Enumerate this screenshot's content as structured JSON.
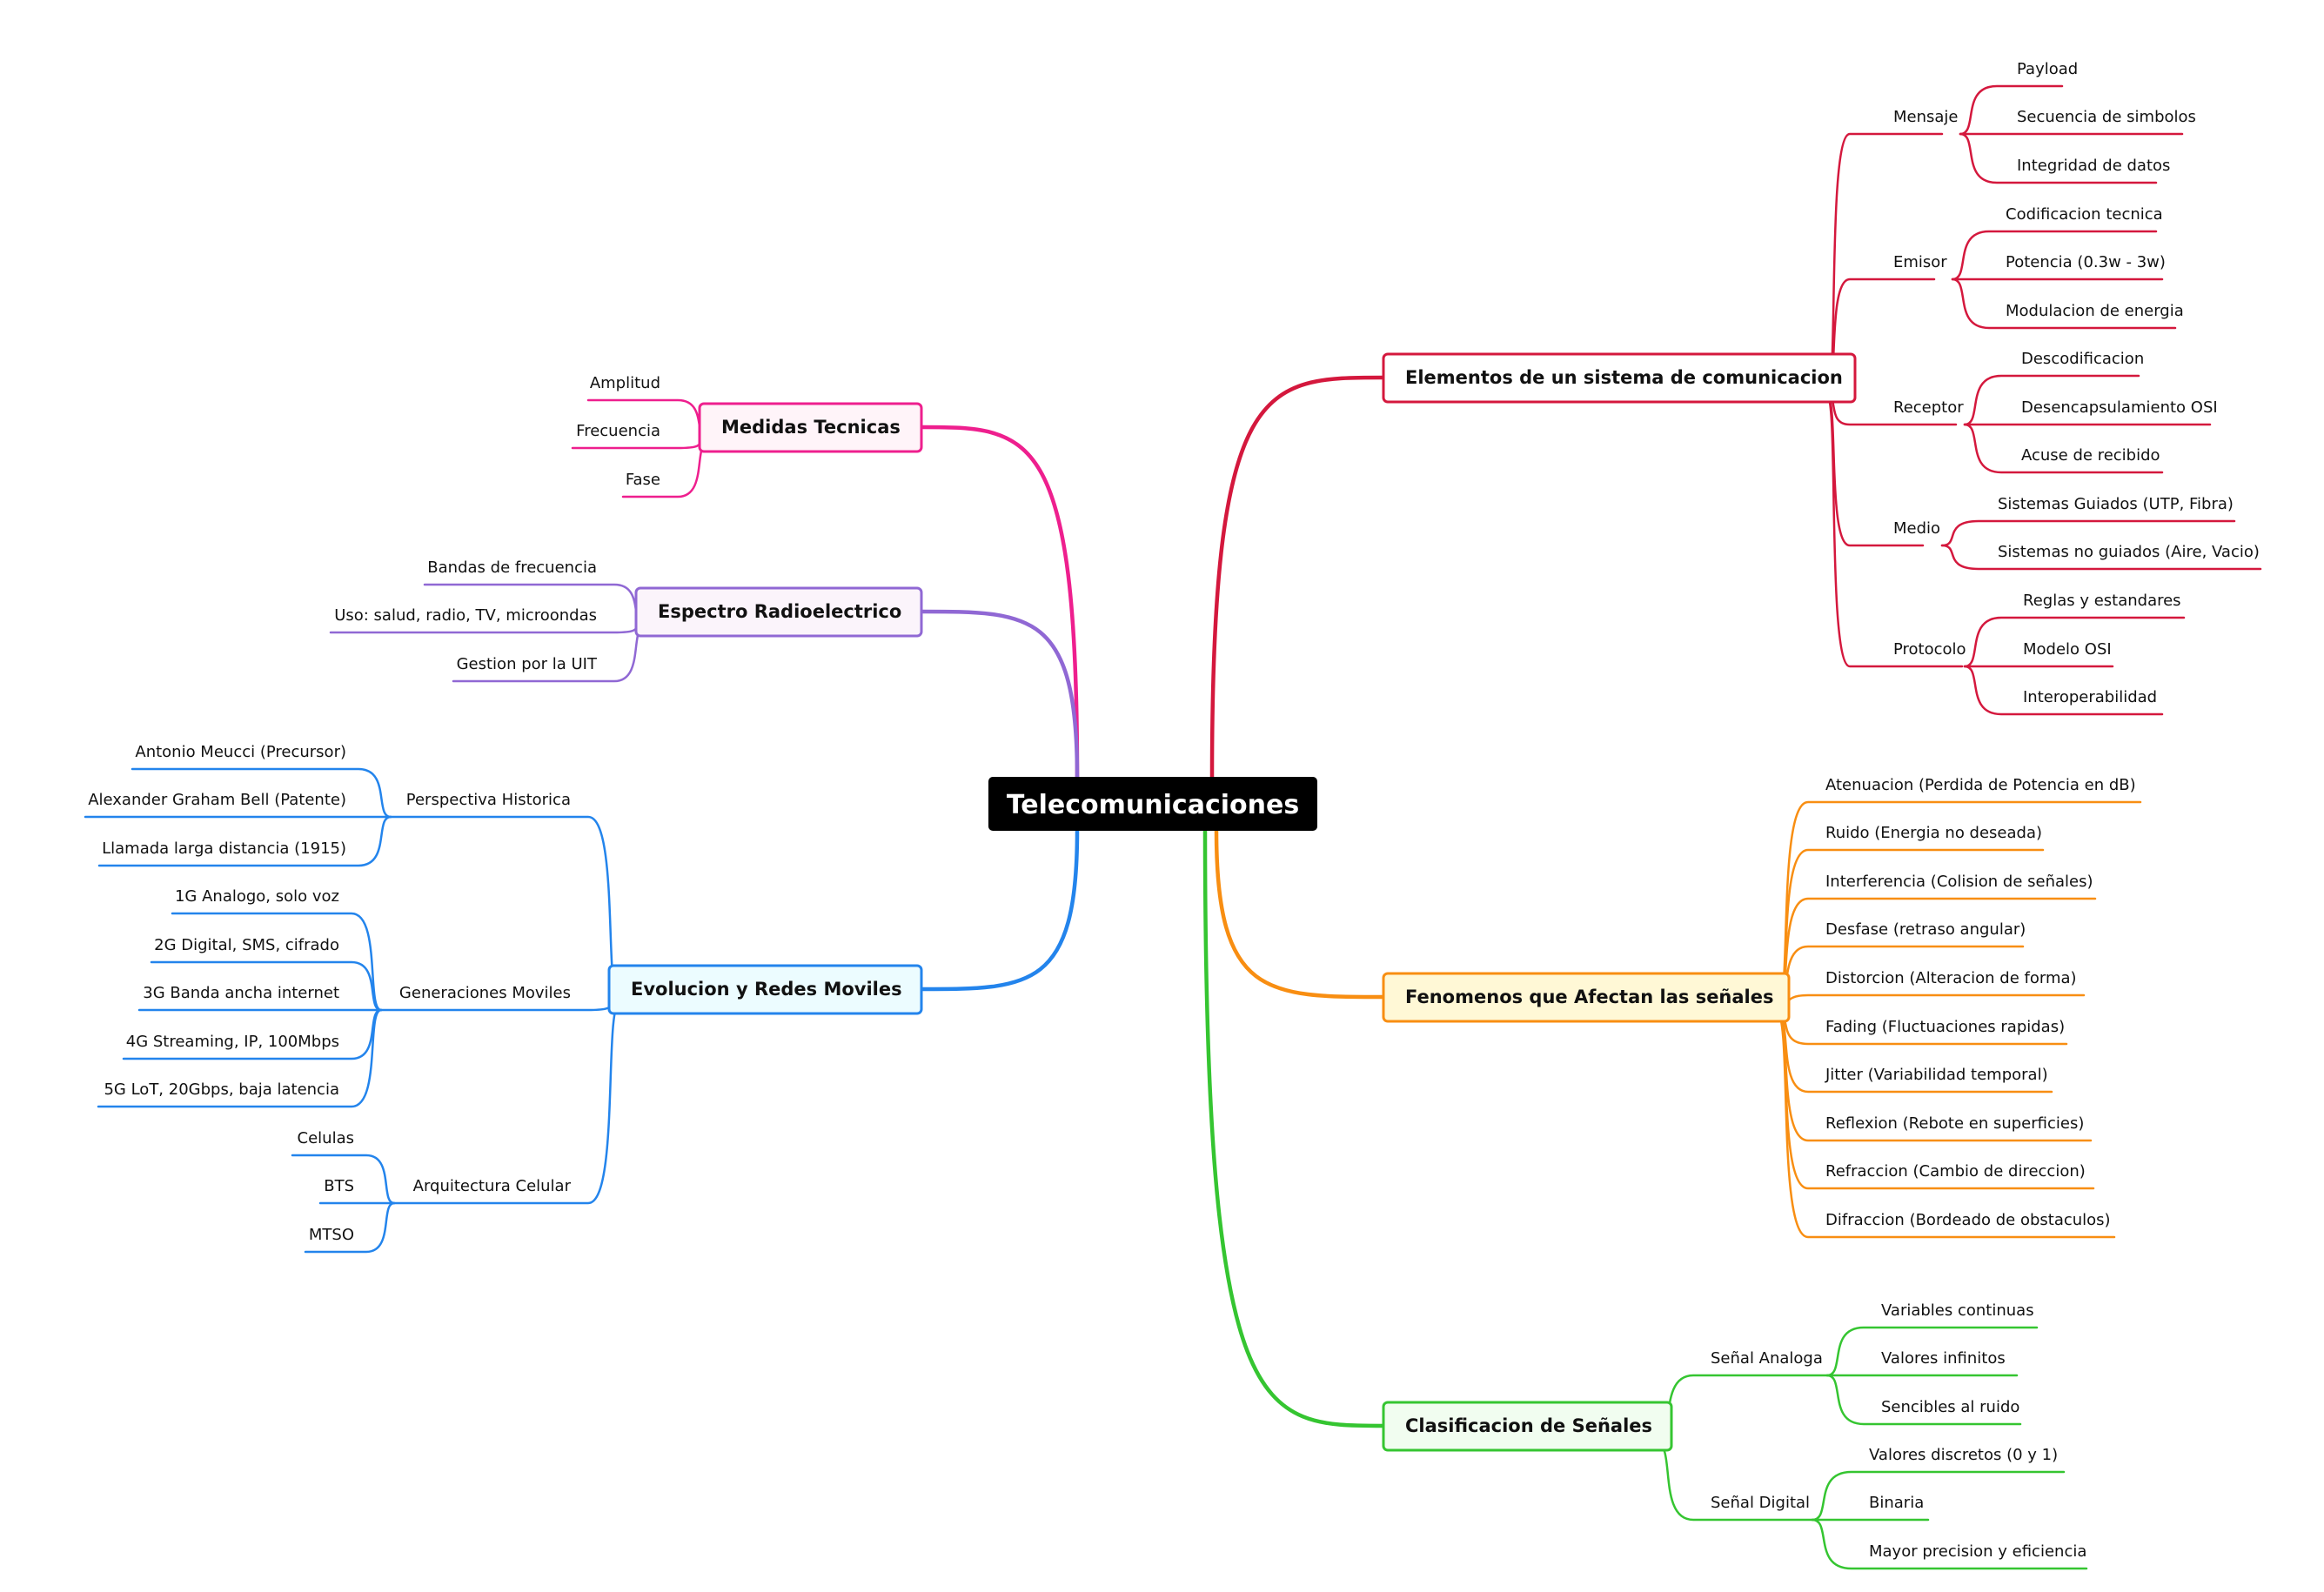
{
  "root": {
    "label": "Telecomunicaciones"
  },
  "branches": [
    {
      "id": "elementos",
      "label": "Elementos de un sistema de comunicacion",
      "color": "#d4183d",
      "fill": "#ffffff",
      "children": [
        {
          "label": "Mensaje",
          "children": [
            "Payload",
            "Secuencia de simbolos",
            "Integridad de datos"
          ]
        },
        {
          "label": "Emisor",
          "children": [
            "Codificacion tecnica",
            "Potencia (0.3w - 3w)",
            "Modulacion de energia"
          ]
        },
        {
          "label": "Receptor",
          "children": [
            "Descodificacion",
            "Desencapsulamiento OSI",
            "Acuse de recibido"
          ]
        },
        {
          "label": "Medio",
          "children": [
            "Sistemas Guiados (UTP, Fibra)",
            "Sistemas no guiados (Aire, Vacio)"
          ]
        },
        {
          "label": "Protocolo",
          "children": [
            "Reglas y estandares",
            "Modelo OSI",
            "Interoperabilidad"
          ]
        }
      ]
    },
    {
      "id": "fenomenos",
      "label": "Fenomenos que Afectan las señales",
      "color": "#f88e12",
      "fill": "#fff8d6",
      "children": [
        {
          "label": "Atenuacion (Perdida de Potencia en dB)"
        },
        {
          "label": "Ruido (Energia no deseada)"
        },
        {
          "label": "Interferencia (Colision de señales)"
        },
        {
          "label": "Desfase (retraso angular)"
        },
        {
          "label": "Distorcion (Alteracion de forma)"
        },
        {
          "label": "Fading (Fluctuaciones rapidas)"
        },
        {
          "label": "Jitter (Variabilidad temporal)"
        },
        {
          "label": "Reflexion (Rebote en superficies)"
        },
        {
          "label": "Refraccion (Cambio de direccion)"
        },
        {
          "label": "Difraccion (Bordeado de obstaculos)"
        }
      ]
    },
    {
      "id": "clasificacion",
      "label": "Clasificacion de Señales",
      "color": "#35c531",
      "fill": "#f1fdf0",
      "children": [
        {
          "label": "Señal Analoga",
          "children": [
            "Variables continuas",
            "Valores infinitos",
            "Sencibles al ruido"
          ]
        },
        {
          "label": "Señal Digital",
          "children": [
            "Valores discretos (0 y 1)",
            "Binaria",
            "Mayor precision y eficiencia"
          ]
        }
      ]
    },
    {
      "id": "medidas",
      "label": "Medidas Tecnicas",
      "color": "#ee1f8e",
      "fill": "#fff4f9",
      "children": [
        {
          "label": "Amplitud"
        },
        {
          "label": "Frecuencia"
        },
        {
          "label": "Fase"
        }
      ]
    },
    {
      "id": "espectro",
      "label": "Espectro Radioelectrico",
      "color": "#9068d4",
      "fill": "#fbf4fb",
      "children": [
        {
          "label": "Bandas de frecuencia"
        },
        {
          "label": "Uso: salud, radio, TV, microondas"
        },
        {
          "label": "Gestion por la UIT"
        }
      ]
    },
    {
      "id": "evolucion",
      "label": "Evolucion y Redes Moviles",
      "color": "#2384ec",
      "fill": "#ecfcff",
      "children": [
        {
          "label": "Perspectiva Historica",
          "children": [
            "Antonio Meucci (Precursor)",
            "Alexander Graham Bell (Patente)",
            "Llamada larga distancia (1915)"
          ]
        },
        {
          "label": "Generaciones Moviles",
          "children": [
            "1G Analogo, solo voz",
            "2G Digital, SMS, cifrado",
            "3G Banda ancha internet",
            "4G Streaming, IP, 100Mbps",
            "5G LoT, 20Gbps, baja latencia"
          ]
        },
        {
          "label": "Arquitectura Celular",
          "children": [
            "Celulas",
            "BTS",
            "MTSO"
          ]
        }
      ]
    }
  ]
}
